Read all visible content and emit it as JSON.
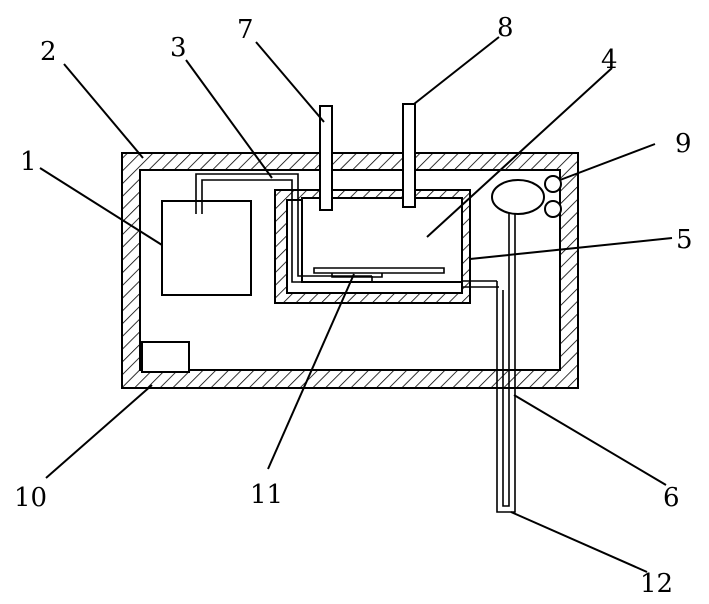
{
  "labels": {
    "l1": "1",
    "l2": "2",
    "l3": "3",
    "l4": "4",
    "l5": "5",
    "l6": "6",
    "l7": "7",
    "l8": "8",
    "l9": "9",
    "l10": "10",
    "l11": "11",
    "l12": "12"
  },
  "colors": {
    "stroke": "#000000",
    "background": "#ffffff"
  }
}
